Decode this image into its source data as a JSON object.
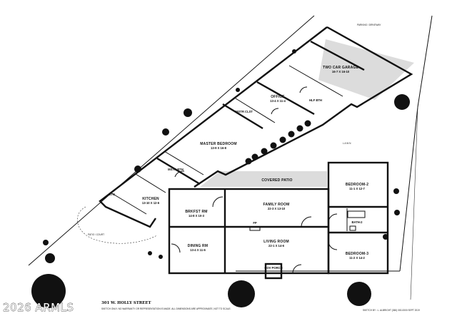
{
  "plan": {
    "top_label": "PARKING / DRIVEWAY",
    "lawn_label": "L A W N",
    "patio_court_label": "PATIO / COURT",
    "covered_patio_label": "COVERED PATIO",
    "street_address": "301 W. HOLLY STREET",
    "watermark": "2026 ARMLS",
    "fine_print": "SKETCH ONLY. NO WARRANTY OR REPRESENTATION IS MADE. ALL DIMENSIONS ARE APPROXIMATE, NOT TO SCALE.",
    "credit": "SKETCH BY : L. ALBRIGHT (360) 000-0000 SEPT 2019",
    "rooms": {
      "garage": {
        "name": "TWO CAR GARAGE",
        "dims": "16-7 X 16-10"
      },
      "office": {
        "name": "OFFICE",
        "dims": "13-4 X 11-4"
      },
      "hall_bath": {
        "name": "HLF BTH"
      },
      "master_closet": {
        "name": "MSTR CLST"
      },
      "master_bedroom": {
        "name": "MASTER BEDROOM",
        "dims": "13-9 X 16-8"
      },
      "master_bath": {
        "name": "MSTR BTH"
      },
      "storage": {
        "name": "STG"
      },
      "kitchen": {
        "name": "KITCHEN",
        "dims": "13-10 X 12-6"
      },
      "breakfast_room": {
        "name": "BRKFST RM",
        "dims": "14-8 X 10-3"
      },
      "family_room": {
        "name": "FAMILY ROOM",
        "dims": "22-3 X 13-10"
      },
      "fireplace": {
        "name": "FP"
      },
      "bedroom2": {
        "name": "BEDROOM-2",
        "dims": "11-1 X 12-7"
      },
      "bath2": {
        "name": "BATH-2"
      },
      "living_room": {
        "name": "LIVING ROOM",
        "dims": "22-1 X 14-6"
      },
      "dining_room": {
        "name": "DINING RM",
        "dims": "13-4 X 11-6"
      },
      "bedroom3": {
        "name": "BEDROOM-3",
        "dims": "11-2 X 14-2"
      },
      "porch": {
        "name": "COV PORCH"
      }
    }
  }
}
